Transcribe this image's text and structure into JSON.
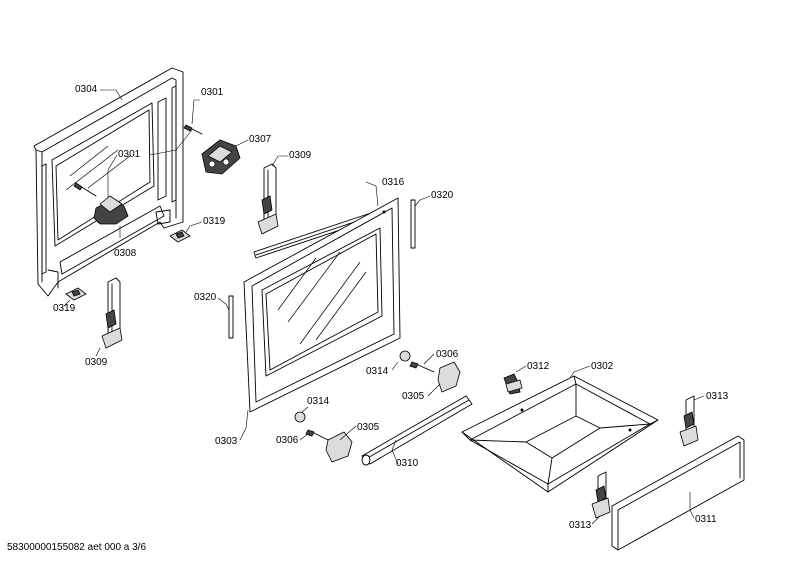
{
  "labels": {
    "p0304": "0304",
    "p0301a": "0301",
    "p0301b": "0301",
    "p0307": "0307",
    "p0309a": "0309",
    "p0308": "0308",
    "p0319a": "0319",
    "p0319b": "0319",
    "p0309b": "0309",
    "p0316": "0316",
    "p0320a": "0320",
    "p0320b": "0320",
    "p0303": "0303",
    "p0314a": "0314",
    "p0306a": "0306",
    "p0305a": "0305",
    "p0314b": "0314",
    "p0306b": "0306",
    "p0305b": "0305",
    "p0310": "0310",
    "p0312": "0312",
    "p0302": "0302",
    "p0313a": "0313",
    "p0313b": "0313",
    "p0311": "0311"
  },
  "footer": "58300000155082 aet 000 a 3/6"
}
